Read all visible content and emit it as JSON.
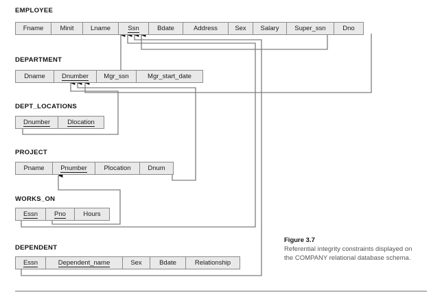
{
  "figure": {
    "title": "Figure 3.7",
    "description": "Referential integrity constraints displayed on the COMPANY relational database schema."
  },
  "relations": [
    {
      "name": "EMPLOYEE",
      "attributes": [
        {
          "label": "Fname",
          "pk": false
        },
        {
          "label": "Minit",
          "pk": false
        },
        {
          "label": "Lname",
          "pk": false
        },
        {
          "label": "Ssn",
          "pk": true
        },
        {
          "label": "Bdate",
          "pk": false
        },
        {
          "label": "Address",
          "pk": false
        },
        {
          "label": "Sex",
          "pk": false
        },
        {
          "label": "Salary",
          "pk": false
        },
        {
          "label": "Super_ssn",
          "pk": false
        },
        {
          "label": "Dno",
          "pk": false
        }
      ]
    },
    {
      "name": "DEPARTMENT",
      "attributes": [
        {
          "label": "Dname",
          "pk": false
        },
        {
          "label": "Dnumber",
          "pk": true
        },
        {
          "label": "Mgr_ssn",
          "pk": false
        },
        {
          "label": "Mgr_start_date",
          "pk": false
        }
      ]
    },
    {
      "name": "DEPT_LOCATIONS",
      "attributes": [
        {
          "label": "Dnumber",
          "pk": true
        },
        {
          "label": "Dlocation",
          "pk": true
        }
      ]
    },
    {
      "name": "PROJECT",
      "attributes": [
        {
          "label": "Pname",
          "pk": false
        },
        {
          "label": "Pnumber",
          "pk": true
        },
        {
          "label": "Plocation",
          "pk": false
        },
        {
          "label": "Dnum",
          "pk": false
        }
      ]
    },
    {
      "name": "WORKS_ON",
      "attributes": [
        {
          "label": "Essn",
          "pk": true
        },
        {
          "label": "Pno",
          "pk": true
        },
        {
          "label": "Hours",
          "pk": false
        }
      ]
    },
    {
      "name": "DEPENDENT",
      "attributes": [
        {
          "label": "Essn",
          "pk": true
        },
        {
          "label": "Dependent_name",
          "pk": true
        },
        {
          "label": "Sex",
          "pk": false
        },
        {
          "label": "Bdate",
          "pk": false
        },
        {
          "label": "Relationship",
          "pk": false
        }
      ]
    }
  ],
  "foreign_keys": [
    {
      "from_relation": "EMPLOYEE",
      "from_attribute": "Super_ssn",
      "to_relation": "EMPLOYEE",
      "to_attribute": "Ssn"
    },
    {
      "from_relation": "EMPLOYEE",
      "from_attribute": "Dno",
      "to_relation": "DEPARTMENT",
      "to_attribute": "Dnumber"
    },
    {
      "from_relation": "DEPARTMENT",
      "from_attribute": "Mgr_ssn",
      "to_relation": "EMPLOYEE",
      "to_attribute": "Ssn"
    },
    {
      "from_relation": "DEPT_LOCATIONS",
      "from_attribute": "Dnumber",
      "to_relation": "DEPARTMENT",
      "to_attribute": "Dnumber"
    },
    {
      "from_relation": "PROJECT",
      "from_attribute": "Dnum",
      "to_relation": "DEPARTMENT",
      "to_attribute": "Dnumber"
    },
    {
      "from_relation": "WORKS_ON",
      "from_attribute": "Essn",
      "to_relation": "EMPLOYEE",
      "to_attribute": "Ssn"
    },
    {
      "from_relation": "WORKS_ON",
      "from_attribute": "Pno",
      "to_relation": "PROJECT",
      "to_attribute": "Pnumber"
    },
    {
      "from_relation": "DEPENDENT",
      "from_attribute": "Essn",
      "to_relation": "EMPLOYEE",
      "to_attribute": "Ssn"
    }
  ],
  "colors": {
    "cell_fill": "#e9e9e9",
    "cell_border": "#8a8a8a",
    "link_line": "#7d7d7d",
    "text": "#1a1a1a",
    "caption_text": "#555555"
  }
}
